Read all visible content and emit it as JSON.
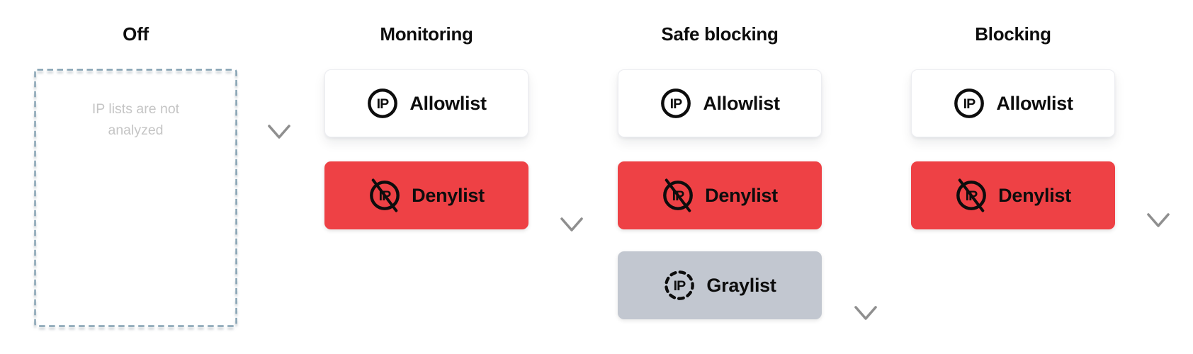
{
  "columns": {
    "off": {
      "title": "Off",
      "placeholder": "IP lists are not analyzed"
    },
    "monitoring": {
      "title": "Monitoring",
      "cards": [
        {
          "label": "Allowlist",
          "icon": "ip-circle-icon",
          "variant": "white"
        },
        {
          "label": "Denylist",
          "icon": "ip-crossed-circle-icon",
          "variant": "red"
        }
      ]
    },
    "safe_blocking": {
      "title": "Safe blocking",
      "cards": [
        {
          "label": "Allowlist",
          "icon": "ip-circle-icon",
          "variant": "white"
        },
        {
          "label": "Denylist",
          "icon": "ip-crossed-circle-icon",
          "variant": "red"
        },
        {
          "label": "Graylist",
          "icon": "ip-dashed-circle-icon",
          "variant": "gray"
        }
      ]
    },
    "blocking": {
      "title": "Blocking",
      "cards": [
        {
          "label": "Allowlist",
          "icon": "ip-circle-icon",
          "variant": "white"
        },
        {
          "label": "Denylist",
          "icon": "ip-crossed-circle-icon",
          "variant": "red"
        }
      ]
    }
  },
  "icon_text": "IP",
  "colors": {
    "denylist_red": "#ee4145",
    "graylist_gray": "#c2c7d0",
    "allowlist_white": "#ffffff",
    "card_label_black": "#0d0d0d",
    "dashed_border_blue": "#84a1b2",
    "placeholder_text_gray": "#c5c5c5",
    "arrow_gradient_top": "#111111",
    "arrow_gradient_bottom": "#959595"
  }
}
